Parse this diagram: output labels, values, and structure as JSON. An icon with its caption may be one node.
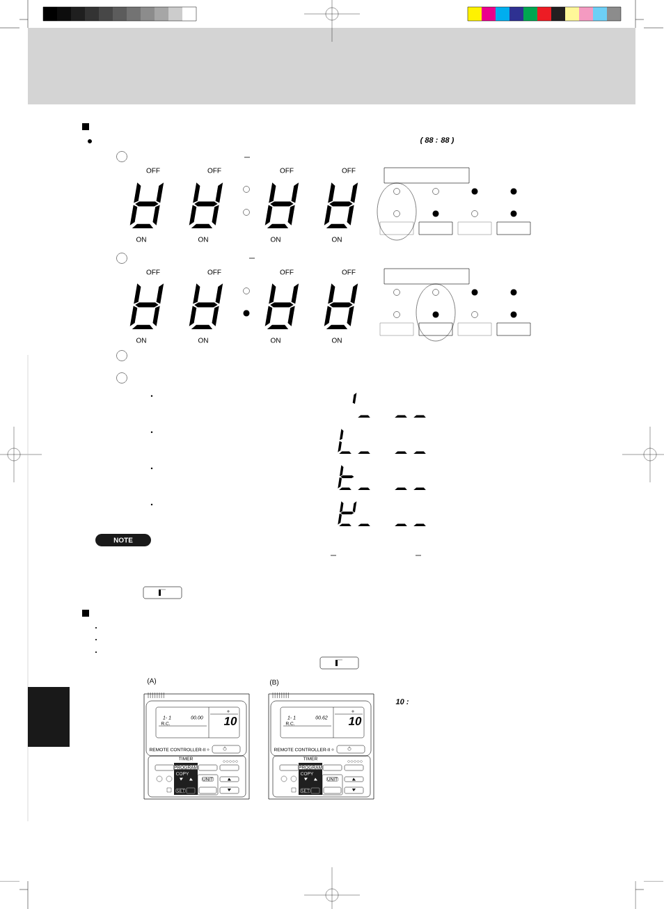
{
  "diagram": {
    "nodes": [
      {
        "text": [
          "NOTE"
        ]
      }
    ],
    "labels": [
      "( 88 : 88 )",
      "OFF",
      "OFF",
      "OFF",
      "OFF",
      "ON",
      "ON",
      "ON",
      "ON",
      "OFF",
      "OFF",
      "OFF",
      "OFF",
      "ON",
      "ON",
      "ON",
      "ON",
      "(A)",
      "(B)",
      "10 :",
      "TIMER",
      "PROGRAM",
      "COPY",
      "UNIT",
      "SET",
      "REMOTE CONTROLLER-II",
      "1- 1",
      "00.00",
      "10",
      "R.C.",
      "TIMER",
      "PROGRAM",
      "COPY",
      "UNIT",
      "SET",
      "REMOTE CONTROLLER-II",
      "1- 1",
      "00.62",
      "10",
      "R.C."
    ]
  }
}
